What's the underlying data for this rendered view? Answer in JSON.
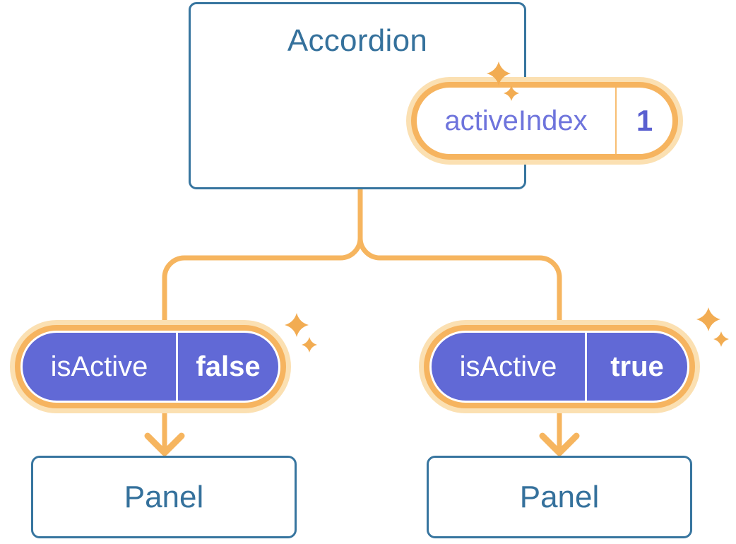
{
  "diagram": {
    "root": {
      "title": "Accordion",
      "state": {
        "name": "activeIndex",
        "value": "1"
      }
    },
    "children": [
      {
        "state": {
          "name": "isActive",
          "value": "false"
        },
        "target": "Panel"
      },
      {
        "state": {
          "name": "isActive",
          "value": "true"
        },
        "target": "Panel"
      }
    ]
  },
  "icons": {
    "sparkle": "✦"
  },
  "colors": {
    "orange_accent": "#F6B45F",
    "orange_glow": "#FBE0B2",
    "sparkle_orange": "#F2AC52",
    "purple_fill": "#6169D6",
    "purple_key_text": "#6E74DC",
    "purple_value_text": "#5A60D0",
    "blue_text": "#35719C",
    "blue_border": "#37759F",
    "background": "#FFFFFF"
  }
}
